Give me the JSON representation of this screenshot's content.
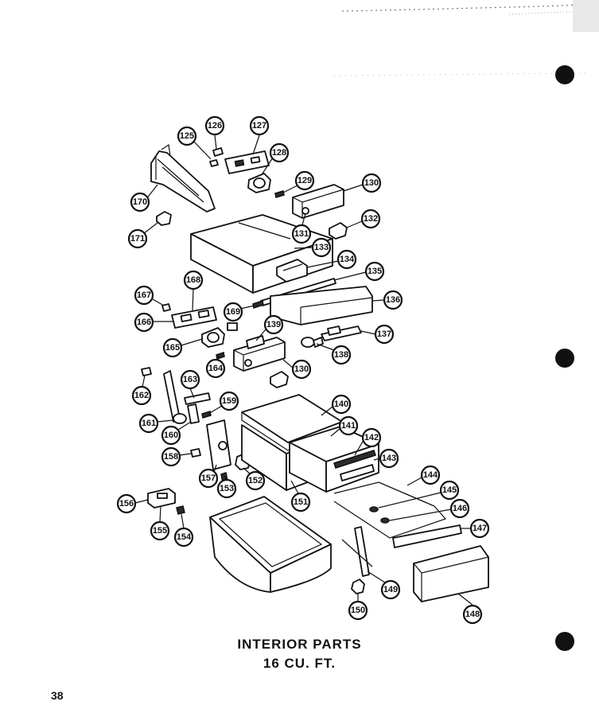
{
  "caption": {
    "line1": "INTERIOR PARTS",
    "line2": "16 CU. FT."
  },
  "page_number": "38",
  "callouts": [
    "125",
    "126",
    "127",
    "128",
    "129",
    "130",
    "131",
    "132",
    "133",
    "134",
    "135",
    "136",
    "137",
    "138",
    "139",
    "130",
    "140",
    "141",
    "142",
    "143",
    "144",
    "145",
    "146",
    "147",
    "148",
    "149",
    "150",
    "151",
    "152",
    "153",
    "154",
    "155",
    "156",
    "157",
    "158",
    "159",
    "160",
    "161",
    "162",
    "163",
    "164",
    "165",
    "166",
    "167",
    "168",
    "169",
    "170",
    "171"
  ]
}
